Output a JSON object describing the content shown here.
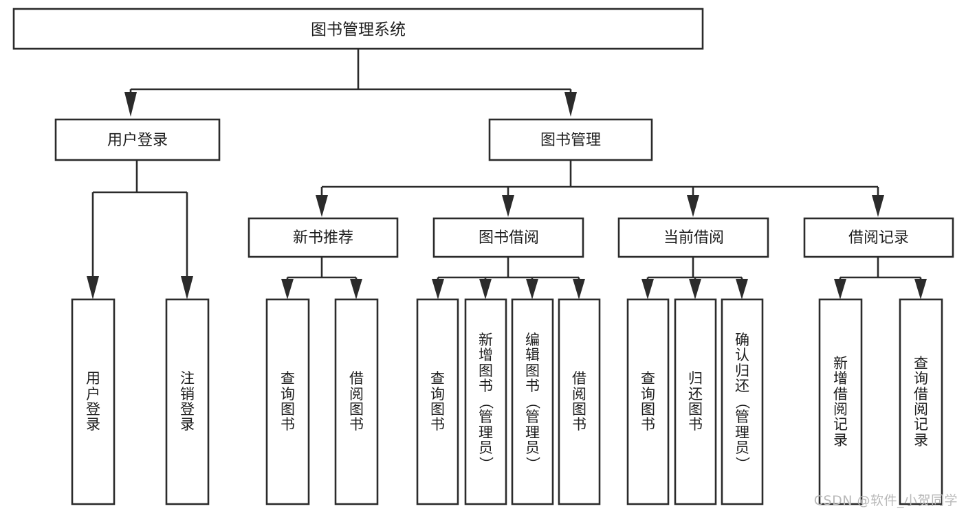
{
  "diagram": {
    "title": "图书管理系统",
    "type": "tree",
    "watermark": "CSDN @软件_小贺同学",
    "accent_color": "#2b2b2b",
    "background_color": "#ffffff",
    "root": {
      "label": "图书管理系统",
      "children": [
        {
          "label": "用户登录",
          "children": [
            {
              "label": "用户登录"
            },
            {
              "label": "注销登录"
            }
          ]
        },
        {
          "label": "图书管理",
          "children": [
            {
              "label": "新书推荐",
              "children": [
                {
                  "label": "查询图书"
                },
                {
                  "label": "借阅图书"
                }
              ]
            },
            {
              "label": "图书借阅",
              "children": [
                {
                  "label": "查询图书"
                },
                {
                  "label": "新增图书（管理员）"
                },
                {
                  "label": "编辑图书（管理员）"
                },
                {
                  "label": "借阅图书"
                }
              ]
            },
            {
              "label": "当前借阅",
              "children": [
                {
                  "label": "查询图书"
                },
                {
                  "label": "归还图书"
                },
                {
                  "label": "确认归还（管理员）"
                }
              ]
            },
            {
              "label": "借阅记录",
              "children": [
                {
                  "label": "新增借阅记录"
                },
                {
                  "label": "查询借阅记录"
                }
              ]
            }
          ]
        }
      ]
    },
    "nodes": {
      "root_title": "图书管理系统",
      "level1": [
        "用户登录",
        "图书管理"
      ],
      "level2": [
        "新书推荐",
        "图书借阅",
        "当前借阅",
        "借阅记录"
      ],
      "leaves": [
        "用户登录",
        "注销登录",
        "查询图书",
        "借阅图书",
        "查询图书",
        "新增图书（管理员）",
        "编辑图书（管理员）",
        "借阅图书",
        "查询图书",
        "归还图书",
        "确认归还（管理员）",
        "新增借阅记录",
        "查询借阅记录"
      ]
    }
  }
}
